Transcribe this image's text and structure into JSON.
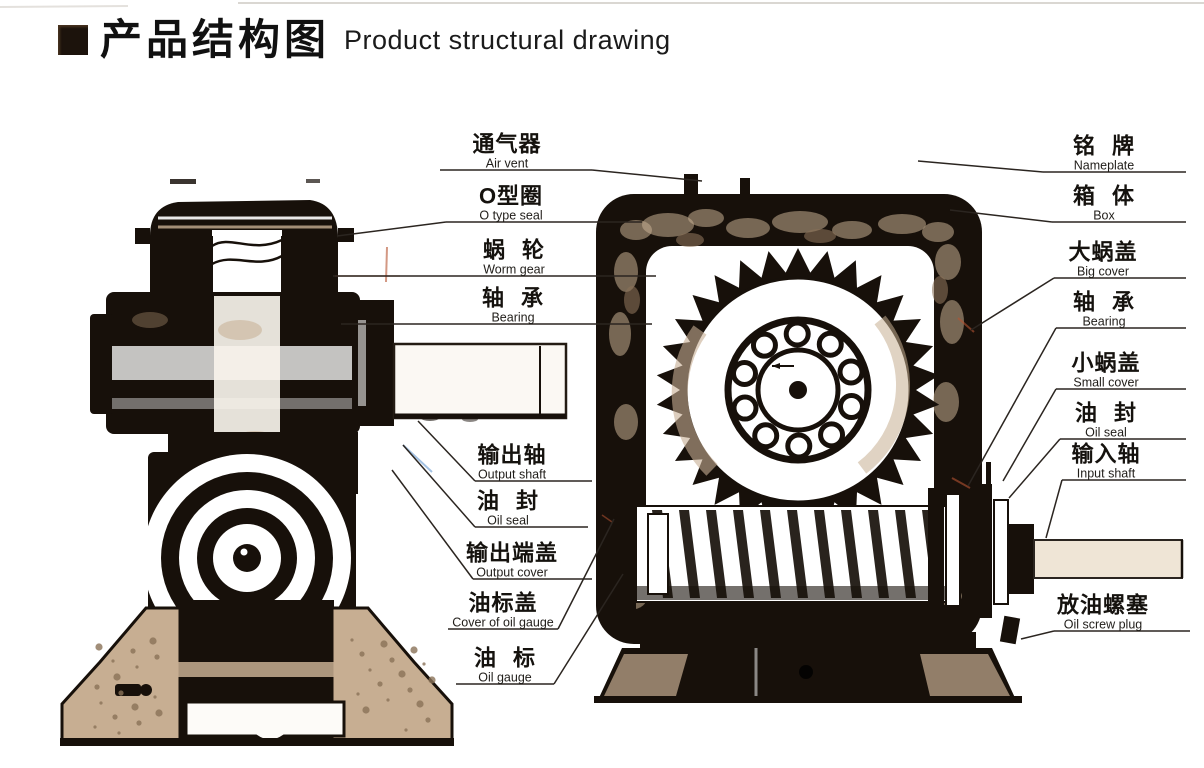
{
  "title": {
    "zh": "产品结构图",
    "en": "Product structural drawing"
  },
  "parts_center": [
    {
      "id": "air-vent",
      "zh": "通气器",
      "en": "Air vent"
    },
    {
      "id": "o-ring",
      "zh": "O型圈",
      "en": "O type seal"
    },
    {
      "id": "worm-gear",
      "zh": "蜗 轮",
      "en": "Worm gear"
    },
    {
      "id": "bearing-left",
      "zh": "轴 承",
      "en": "Bearing"
    },
    {
      "id": "output-shaft",
      "zh": "输出轴",
      "en": "Output shaft"
    },
    {
      "id": "oil-seal-left",
      "zh": "油 封",
      "en": "Oil seal"
    },
    {
      "id": "output-cover",
      "zh": "输出端盖",
      "en": "Output cover"
    },
    {
      "id": "oil-gauge-cover",
      "zh": "油标盖",
      "en": "Cover of oil gauge"
    },
    {
      "id": "oil-gauge",
      "zh": "油 标",
      "en": "Oil gauge"
    }
  ],
  "parts_right": [
    {
      "id": "nameplate",
      "zh": "铭 牌",
      "en": "Nameplate"
    },
    {
      "id": "box",
      "zh": "箱 体",
      "en": "Box"
    },
    {
      "id": "big-cover",
      "zh": "大蜗盖",
      "en": "Big cover"
    },
    {
      "id": "bearing-right",
      "zh": "轴 承",
      "en": "Bearing"
    },
    {
      "id": "small-cover",
      "zh": "小蜗盖",
      "en": "Small cover"
    },
    {
      "id": "oil-seal-right",
      "zh": "油 封",
      "en": "Oil seal"
    },
    {
      "id": "input-shaft",
      "zh": "输入轴",
      "en": "Input shaft"
    },
    {
      "id": "oil-drain-plug",
      "zh": "放油螺塞",
      "en": "Oil screw plug"
    }
  ],
  "drawings": {
    "left": "worm-gearbox-side-section-view",
    "right": "worm-gearbox-front-section-view"
  },
  "colors": {
    "ink": "#17100a",
    "beige": "#c7ae92",
    "beige_dark": "#8a7258",
    "paper": "#ffffff",
    "scan_tint_red": "#b65432",
    "scan_tint_blue": "#4a86c8"
  }
}
